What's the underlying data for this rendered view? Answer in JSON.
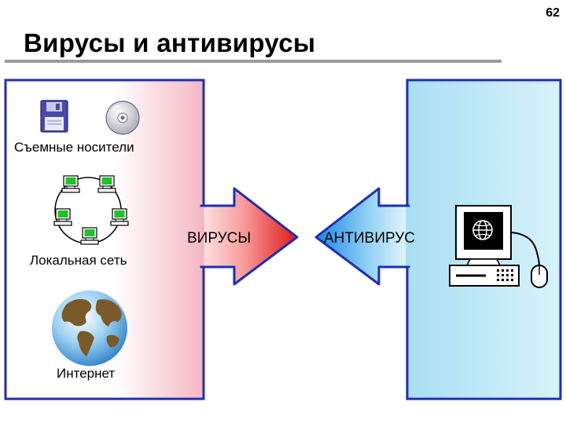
{
  "slide": {
    "page_number": "62",
    "title": "Вирусы и антивирусы"
  },
  "sources": {
    "removable_media": "Съемные носители",
    "local_network": "Локальная сеть",
    "internet": "Интернет"
  },
  "arrows": {
    "viruses": "ВИРУСЫ",
    "antivirus": "АНТИВИРУС"
  },
  "colors": {
    "panel_border": "#1f2fb0",
    "left_panel_fill": "#f7c0c8",
    "right_panel_fill": "#bfe8f7",
    "virus_arrow": "#e02020",
    "antivirus_arrow": "#1e8fe8",
    "title_rule": "#9a9a9a"
  },
  "icons": [
    "floppy-disk-icon",
    "cd-disc-icon",
    "network-computer-icon",
    "globe-icon",
    "desktop-computer-icon",
    "mouse-icon"
  ]
}
